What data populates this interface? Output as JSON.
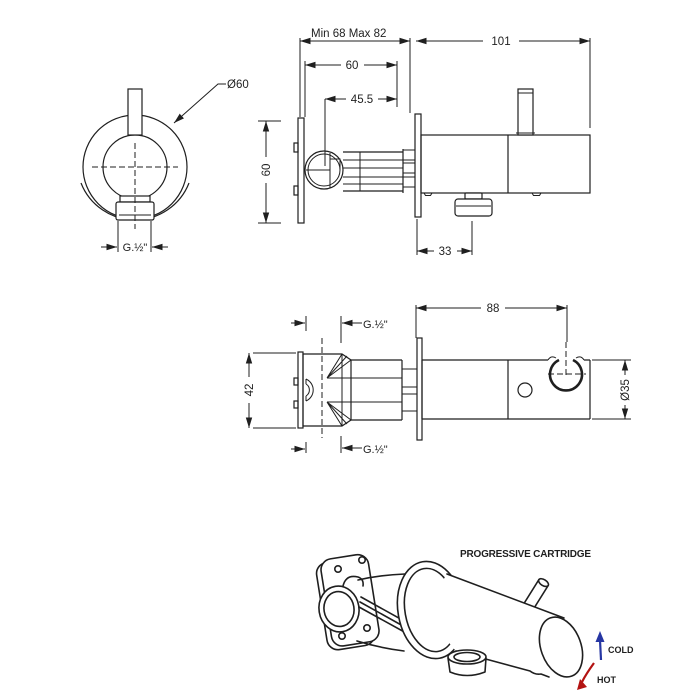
{
  "drawing": {
    "background": "#ffffff",
    "line_color": "#1f1f1f",
    "views": {
      "front": {
        "name": "front-view",
        "diameter_label": "Ø60",
        "thread_label": "G.½\""
      },
      "side": {
        "name": "side-view",
        "depth_range_label": "Min 68 Max 82",
        "trim_length_label": "101",
        "rough_body_label": "60",
        "cartridge_depth_label": "45.5",
        "plate_height_label": "60",
        "outlet_offset_label": "33"
      },
      "top": {
        "name": "top-view",
        "wall_to_holder_label": "88",
        "thread_top_label": "G.½\"",
        "thread_bottom_label": "G.½\"",
        "bracket_width_label": "42",
        "holder_diameter_label": "Ø35"
      },
      "perspective": {
        "caption": "PROGRESSIVE CARTRIDGE",
        "cold_label": "COLD",
        "hot_label": "HOT",
        "cold_color": "#2636a3",
        "hot_color": "#b31312"
      }
    }
  }
}
